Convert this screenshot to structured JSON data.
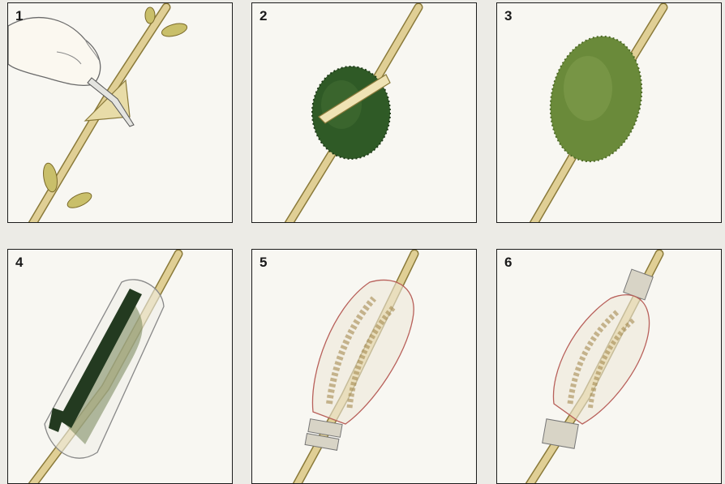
{
  "steps": [
    {
      "label": "1"
    },
    {
      "label": "2"
    },
    {
      "label": "3"
    },
    {
      "label": "4"
    },
    {
      "label": "5"
    },
    {
      "label": "6"
    }
  ],
  "colors": {
    "stem": "#e0cf95",
    "stem_outline": "#8a7a3a",
    "moss_dark": "#2f5a26",
    "moss_light": "#6a8a3a",
    "leaf": "#c9bf6a",
    "wrap_outline": "#b8605a",
    "tape": "#d8d4c6"
  },
  "icons": [
    "hand-with-knife",
    "moss-ball",
    "plastic-wrap"
  ]
}
